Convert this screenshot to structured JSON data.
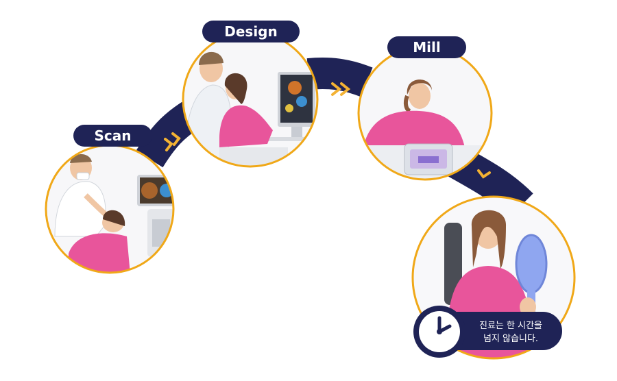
{
  "colors": {
    "navy": "#1f2356",
    "gold": "#f0a818",
    "chevron": "#f3b233",
    "pink": "#e8559b",
    "skin": "#f2cdb0",
    "hair": "#8a5a3a",
    "screen": "#3a3a48"
  },
  "steps": [
    {
      "label": "Scan",
      "illustration": "dentist-scanning-patient-illustration"
    },
    {
      "label": "Design",
      "illustration": "designer-at-monitor-illustration"
    },
    {
      "label": "Mill",
      "illustration": "woman-at-milling-machine-illustration"
    }
  ],
  "result": {
    "illustration": "patient-with-mirror-illustration"
  },
  "note": {
    "icon": "clock-icon",
    "line1": "진료는 한 시간을",
    "line2": "넘지 않습니다."
  }
}
